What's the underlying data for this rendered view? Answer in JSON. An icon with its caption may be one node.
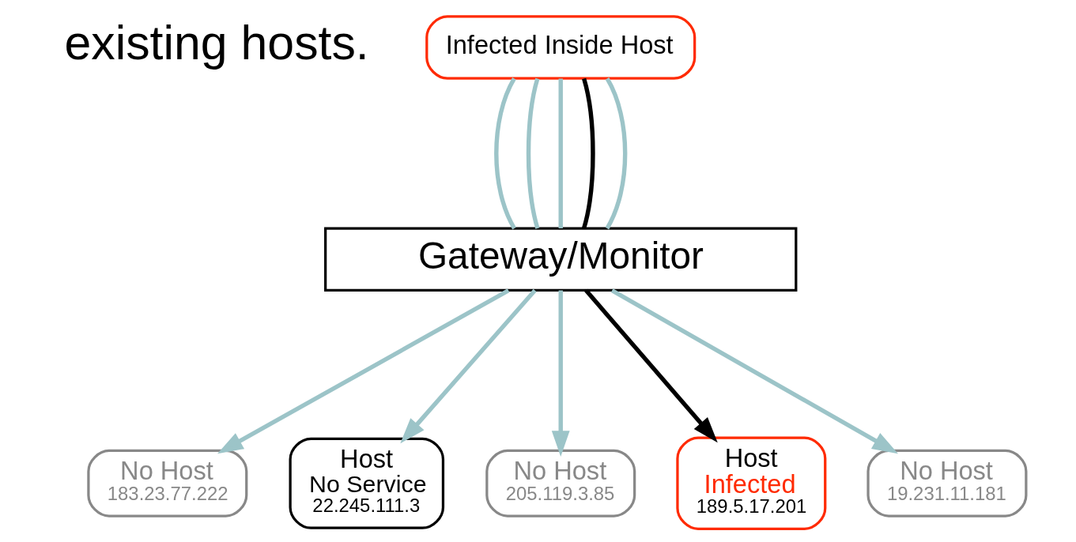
{
  "diagram": {
    "nodes": [
      {
        "text": [
          "Infected Inside Host"
        ]
      },
      {
        "text": [
          "Gateway/Monitor"
        ]
      },
      {
        "text": [
          "No Host",
          "183.23.77.222"
        ]
      },
      {
        "text": [
          "Host",
          "No Service",
          "22.245.111.3"
        ]
      },
      {
        "text": [
          "No Host",
          "205.119.3.85"
        ]
      },
      {
        "text": [
          "Host",
          "Infected",
          "189.5.17.201"
        ]
      },
      {
        "text": [
          "No Host",
          "19.231.11.181"
        ]
      }
    ],
    "edges": [
      {
        "from": 0,
        "to": 1,
        "arrow": "none",
        "color": "#9cc4c8"
      },
      {
        "from": 0,
        "to": 1,
        "arrow": "none",
        "color": "#9cc4c8"
      },
      {
        "from": 0,
        "to": 1,
        "arrow": "none",
        "color": "#9cc4c8"
      },
      {
        "from": 0,
        "to": 1,
        "arrow": "none",
        "color": "#000000"
      },
      {
        "from": 0,
        "to": 1,
        "arrow": "none",
        "color": "#9cc4c8"
      },
      {
        "from": 1,
        "to": 2,
        "arrow": "to",
        "color": "#9cc4c8"
      },
      {
        "from": 1,
        "to": 3,
        "arrow": "to",
        "color": "#9cc4c8"
      },
      {
        "from": 1,
        "to": 4,
        "arrow": "to",
        "color": "#9cc4c8"
      },
      {
        "from": 1,
        "to": 5,
        "arrow": "to",
        "color": "#000000"
      },
      {
        "from": 1,
        "to": 6,
        "arrow": "to",
        "color": "#9cc4c8"
      }
    ],
    "labels": [
      "existing hosts."
    ]
  }
}
